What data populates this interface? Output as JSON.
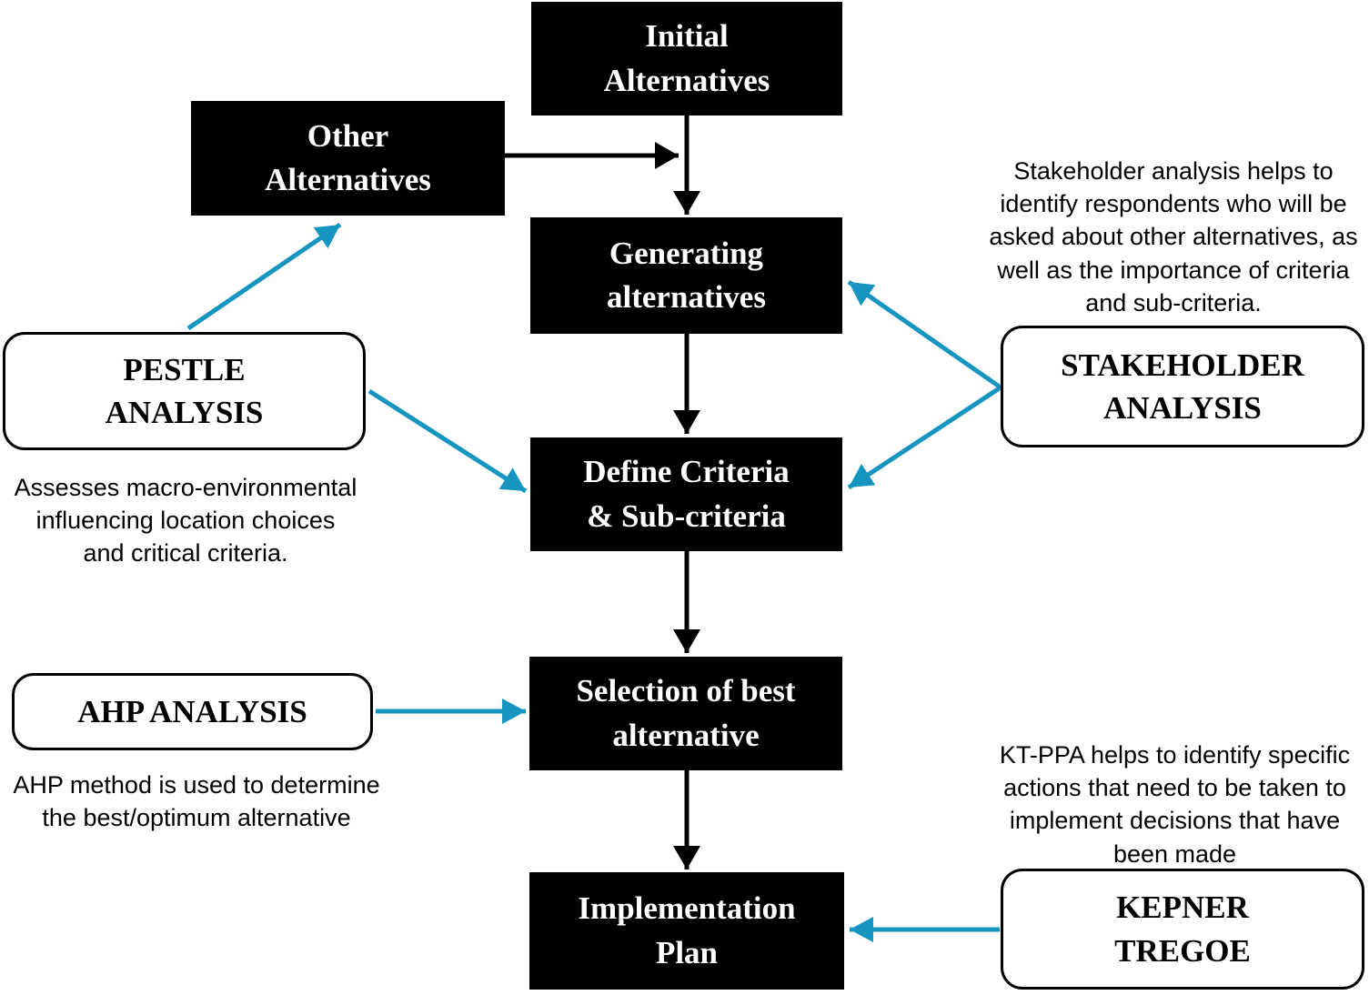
{
  "diagram": {
    "title": "Decision-making methodology flowchart",
    "colors": {
      "process_box_bg": "#000000",
      "process_box_text": "#ffffff",
      "method_box_bg": "#ffffff",
      "method_box_border": "#000000",
      "flow_arrow": "#000000",
      "method_arrow": "#1795c1"
    },
    "process_nodes": {
      "initial_alternatives": {
        "label": "Initial\nAlternatives"
      },
      "other_alternatives": {
        "label": "Other\nAlternatives"
      },
      "generating_alternatives": {
        "label": "Generating\nalternatives"
      },
      "define_criteria": {
        "label": "Define Criteria\n& Sub-criteria"
      },
      "selection_best": {
        "label": "Selection of best\nalternative"
      },
      "implementation_plan": {
        "label": "Implementation\nPlan"
      }
    },
    "method_nodes": {
      "pestle": {
        "label": "PESTLE\nANALYSIS",
        "description": "Assesses macro-environmental\ninfluencing location choices\nand critical criteria."
      },
      "stakeholder": {
        "label": "STAKEHOLDER\nANALYSIS",
        "description": "Stakeholder analysis helps to\nidentify respondents who will be\nasked about other alternatives, as\nwell as the importance of criteria\nand sub-criteria."
      },
      "ahp": {
        "label": "AHP ANALYSIS",
        "description": "AHP method is used to determine\nthe best/optimum alternative"
      },
      "kepner_tregoe": {
        "label": "KEPNER\nTREGOE",
        "description": "KT-PPA helps to identify specific\nactions that need to be taken to\nimplement decisions that have\nbeen made"
      }
    },
    "edges": [
      {
        "from": "initial_alternatives",
        "to": "generating_alternatives",
        "style": "flow"
      },
      {
        "from": "other_alternatives",
        "to": "generating_alternatives",
        "style": "flow"
      },
      {
        "from": "generating_alternatives",
        "to": "define_criteria",
        "style": "flow"
      },
      {
        "from": "define_criteria",
        "to": "selection_best",
        "style": "flow"
      },
      {
        "from": "selection_best",
        "to": "implementation_plan",
        "style": "flow"
      },
      {
        "from": "pestle",
        "to": "other_alternatives",
        "style": "method"
      },
      {
        "from": "pestle",
        "to": "define_criteria",
        "style": "method"
      },
      {
        "from": "stakeholder",
        "to": "generating_alternatives",
        "style": "method"
      },
      {
        "from": "stakeholder",
        "to": "define_criteria",
        "style": "method"
      },
      {
        "from": "ahp",
        "to": "selection_best",
        "style": "method"
      },
      {
        "from": "kepner_tregoe",
        "to": "implementation_plan",
        "style": "method"
      }
    ]
  }
}
